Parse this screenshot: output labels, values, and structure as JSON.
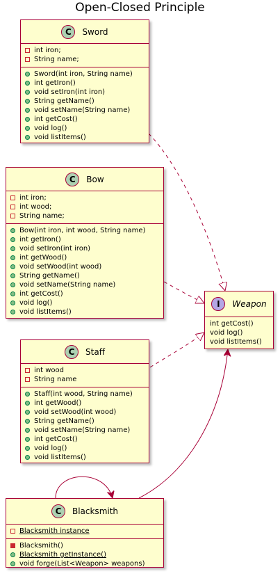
{
  "title": "Open-Closed Principle",
  "colors": {
    "class_fill": "#fefece",
    "border": "#a80036",
    "class_circle": "#add1b2",
    "interface_circle": "#b4a7e5",
    "private_marker": "#c82930",
    "public_marker": "#84be84"
  },
  "classes": {
    "sword": {
      "stereotype": "C",
      "name": "Sword",
      "fields": [
        "int iron;",
        "String name;"
      ],
      "methods": [
        "Sword(int iron, String name)",
        "int getIron()",
        "void setIron(int iron)",
        "String getName()",
        "void setName(String name)",
        "int getCost()",
        "void log()",
        "void listItems()"
      ]
    },
    "bow": {
      "stereotype": "C",
      "name": "Bow",
      "fields": [
        "int iron;",
        "int wood;",
        "String name;"
      ],
      "methods": [
        "Bow(int iron, int wood, String name)",
        "int getIron()",
        "void setIron(int iron)",
        "int getWood()",
        "void setWood(int wood)",
        "String getName()",
        "void setName(String name)",
        "int getCost()",
        "void log()",
        "void listItems()"
      ]
    },
    "staff": {
      "stereotype": "C",
      "name": "Staff",
      "fields": [
        "int wood",
        "String name"
      ],
      "methods": [
        "Staff(int wood, String name)",
        "int getWood()",
        "void setWood(int wood)",
        "String getName()",
        "void setName(String name)",
        "int getCost()",
        "void log()",
        "void listItems()"
      ]
    },
    "blacksmith": {
      "stereotype": "C",
      "name": "Blacksmith",
      "fields": [
        "Blacksmith instance"
      ],
      "methods": [
        "Blacksmith()",
        "Blacksmith getInstance()",
        "void forge(List<Weapon> weapons)"
      ]
    },
    "weapon": {
      "stereotype": "I",
      "name": "Weapon",
      "methods": [
        "int getCost()",
        "void log()",
        "void listItems()"
      ]
    }
  }
}
